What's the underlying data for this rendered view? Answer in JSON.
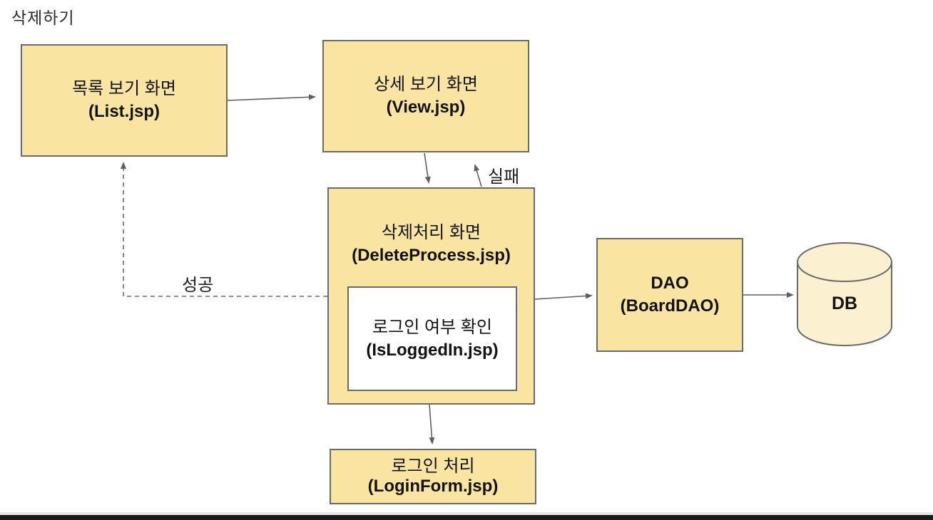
{
  "title": "삭제하기",
  "colors": {
    "node_fill": "#F9E5A1",
    "inner_node_fill": "#FFFFFF",
    "db_fill": "#FBF0D0",
    "node_border": "#6A6A6A",
    "connector": "#5F5F5F",
    "text": "#121212",
    "page_divider": "#1A1A1A"
  },
  "nodes": {
    "list": {
      "line1": "목록 보기 화면",
      "line2": "(List.jsp)"
    },
    "view": {
      "line1": "상세 보기 화면",
      "line2": "(View.jsp)"
    },
    "delete_process": {
      "line1": "삭제처리 화면",
      "line2": "(DeleteProcess.jsp)"
    },
    "is_logged_in": {
      "line1": "로그인 여부 확인",
      "line2": "(IsLoggedIn.jsp)"
    },
    "dao": {
      "line1": "DAO",
      "line2": "(BoardDAO)"
    },
    "db": {
      "label": "DB"
    },
    "login_form": {
      "line1": "로그인 처리",
      "line2": "(LoginForm.jsp)"
    }
  },
  "edge_labels": {
    "fail": "실패",
    "success": "성공"
  }
}
